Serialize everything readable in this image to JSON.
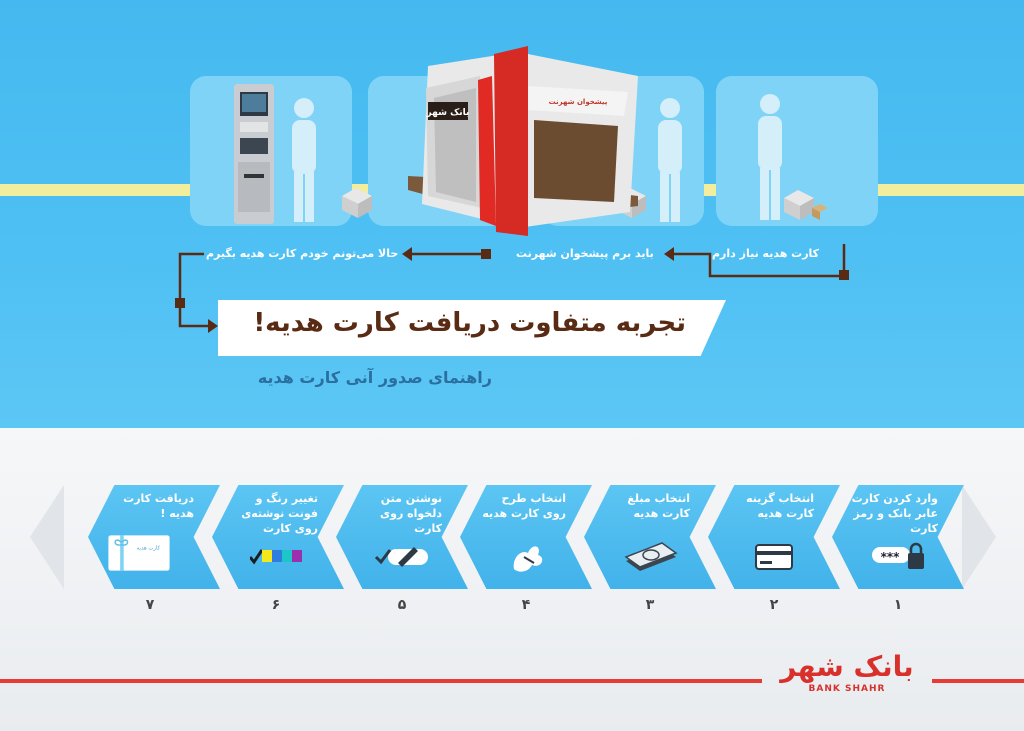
{
  "flow": {
    "label_1": "کارت هدیه نیاز دارم",
    "label_2": "باید برم پیشخوان شهرنت",
    "label_3": "حالا می‌تونم خودم کارت هدیه بگیرم"
  },
  "kiosk": {
    "sign": "پیشخوان شهرنت",
    "brand": "بانک شهر"
  },
  "headline": "تجربه متفاوت دریافت کارت هدیه!",
  "subheadline": "راهنمای صدور آنی کارت هدیه",
  "steps": [
    {
      "number": "۱",
      "label": "وارد کردن کارت عابر بانک و رمز کارت",
      "icon": "password-lock-icon",
      "pin_mask": "***"
    },
    {
      "number": "۲",
      "label": "انتخاب گزینه کارت هدیه",
      "icon": "card-icon"
    },
    {
      "number": "۳",
      "label": "انتخاب مبلغ کارت هدیه",
      "icon": "banknotes-icon"
    },
    {
      "number": "۴",
      "label": "انتخاب طرح روی کارت هدیه",
      "icon": "design-pattern-icon"
    },
    {
      "number": "۵",
      "label": "نوشتن متن دلخواه روی کارت",
      "icon": "pencil-text-icon"
    },
    {
      "number": "۶",
      "label": "تغییر رنگ و فونت نوشته‌ی روی کارت",
      "icon": "color-palette-icon"
    },
    {
      "number": "۷",
      "label": "دریافت کارت هدیه !",
      "icon": "gift-card-icon",
      "card_text": "کارت هدیه"
    }
  ],
  "logo": {
    "fa": "بانک شهر",
    "en": "BANK SHAHR"
  },
  "colors": {
    "sky": "#4fc0f3",
    "accent_red": "#e63b36",
    "headline_brown": "#5a2b14",
    "step_blue": "#41b2ea"
  }
}
